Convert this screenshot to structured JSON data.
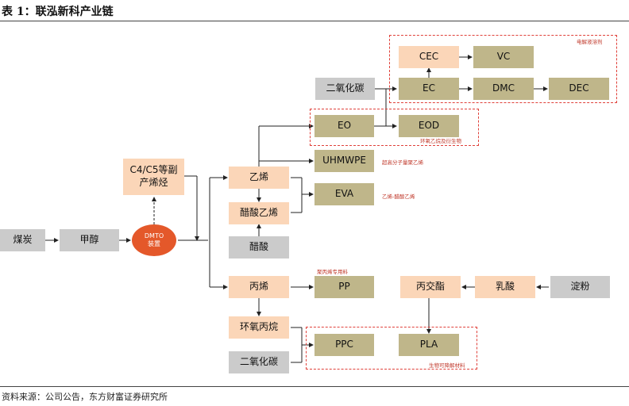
{
  "title": "表 1：联泓新科产业链",
  "source": "资料来源：公司公告，东方财富证券研究所",
  "nodes": {
    "coal": "煤炭",
    "methanol": "甲醇",
    "dmto": "DMTO\n装置",
    "c4c5": "C4/C5等副\n产烯烃",
    "ethylene": "乙烯",
    "vinyl_acetate": "醋酸乙烯",
    "acetic_acid": "醋酸",
    "propylene": "丙烯",
    "propylene_oxide": "环氧丙烷",
    "co2_bottom": "二氧化碳",
    "co2_top": "二氧化碳",
    "eo": "EO",
    "eod": "EOD",
    "uhmwpe": "UHMWPE",
    "eva": "EVA",
    "pp": "PP",
    "ppc": "PPC",
    "pla": "PLA",
    "cec": "CEC",
    "vc": "VC",
    "ec": "EC",
    "dmc": "DMC",
    "dec": "DEC",
    "lactide": "丙交酯",
    "lactic_acid": "乳酸",
    "starch": "淀粉"
  },
  "notes": {
    "electrolyte_solvent": "电解液溶剂",
    "eo_derivatives": "环氧乙烷及衍生物",
    "uhmwpe_desc": "超高分子量聚乙烯",
    "eva_desc": "乙烯-醋酸乙烯",
    "pp_desc": "聚丙烯专用料",
    "biodegradable": "生物可降解材料"
  },
  "colors": {
    "grey": "#cbcbcb",
    "peach": "#fbd6b8",
    "olive": "#bfb68a",
    "dmto": "#e4582a",
    "dashed_border": "#e0413a"
  }
}
